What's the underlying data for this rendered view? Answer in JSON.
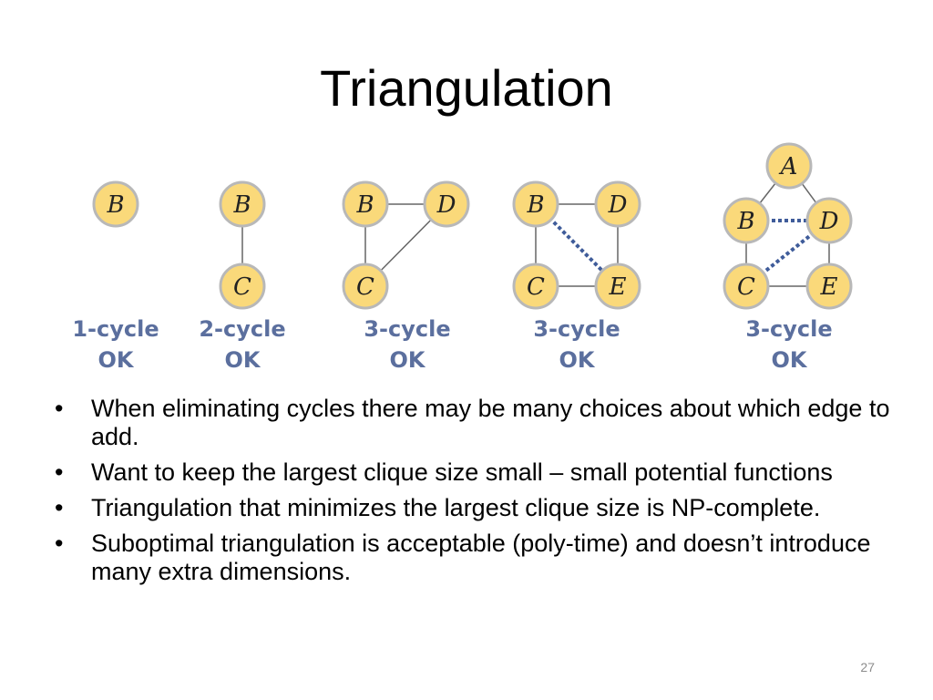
{
  "slide": {
    "title": "Triangulation",
    "page_number": "27"
  },
  "figure": {
    "node_fill": "#fad97a",
    "node_stroke": "#b8b8b8",
    "edge_color": "#666666",
    "added_edge_color": "#3f5c9a",
    "caption_color": "#5b6f9e",
    "graphs": [
      {
        "nodes": [
          "B"
        ],
        "edges": [],
        "added_edges": [],
        "caption": [
          "1-cycle",
          "OK"
        ]
      },
      {
        "nodes": [
          "B",
          "C"
        ],
        "edges": [
          [
            "B",
            "C"
          ]
        ],
        "added_edges": [],
        "caption": [
          "2-cycle",
          "OK"
        ]
      },
      {
        "nodes": [
          "B",
          "D",
          "C"
        ],
        "edges": [
          [
            "B",
            "D"
          ],
          [
            "B",
            "C"
          ],
          [
            "D",
            "C"
          ]
        ],
        "added_edges": [],
        "caption": [
          "3-cycle",
          "OK"
        ]
      },
      {
        "nodes": [
          "B",
          "D",
          "C",
          "E"
        ],
        "edges": [
          [
            "B",
            "D"
          ],
          [
            "B",
            "C"
          ],
          [
            "D",
            "E"
          ],
          [
            "C",
            "E"
          ]
        ],
        "added_edges": [
          [
            "B",
            "E"
          ]
        ],
        "caption": [
          "3-cycle",
          "OK"
        ]
      },
      {
        "nodes": [
          "A",
          "B",
          "D",
          "C",
          "E"
        ],
        "edges": [
          [
            "A",
            "B"
          ],
          [
            "A",
            "D"
          ],
          [
            "B",
            "C"
          ],
          [
            "D",
            "E"
          ],
          [
            "C",
            "E"
          ]
        ],
        "added_edges": [
          [
            "B",
            "D"
          ],
          [
            "C",
            "D"
          ]
        ],
        "caption": [
          "3-cycle",
          "OK"
        ]
      }
    ]
  },
  "bullets": [
    "When eliminating cycles there may be many choices about which edge to add.",
    "Want to keep the largest clique size small – small potential functions",
    "Triangulation that minimizes the largest clique size is NP-complete.",
    "Suboptimal triangulation is acceptable (poly-time) and doesn’t introduce many extra dimensions."
  ],
  "bullet_symbol": "•"
}
